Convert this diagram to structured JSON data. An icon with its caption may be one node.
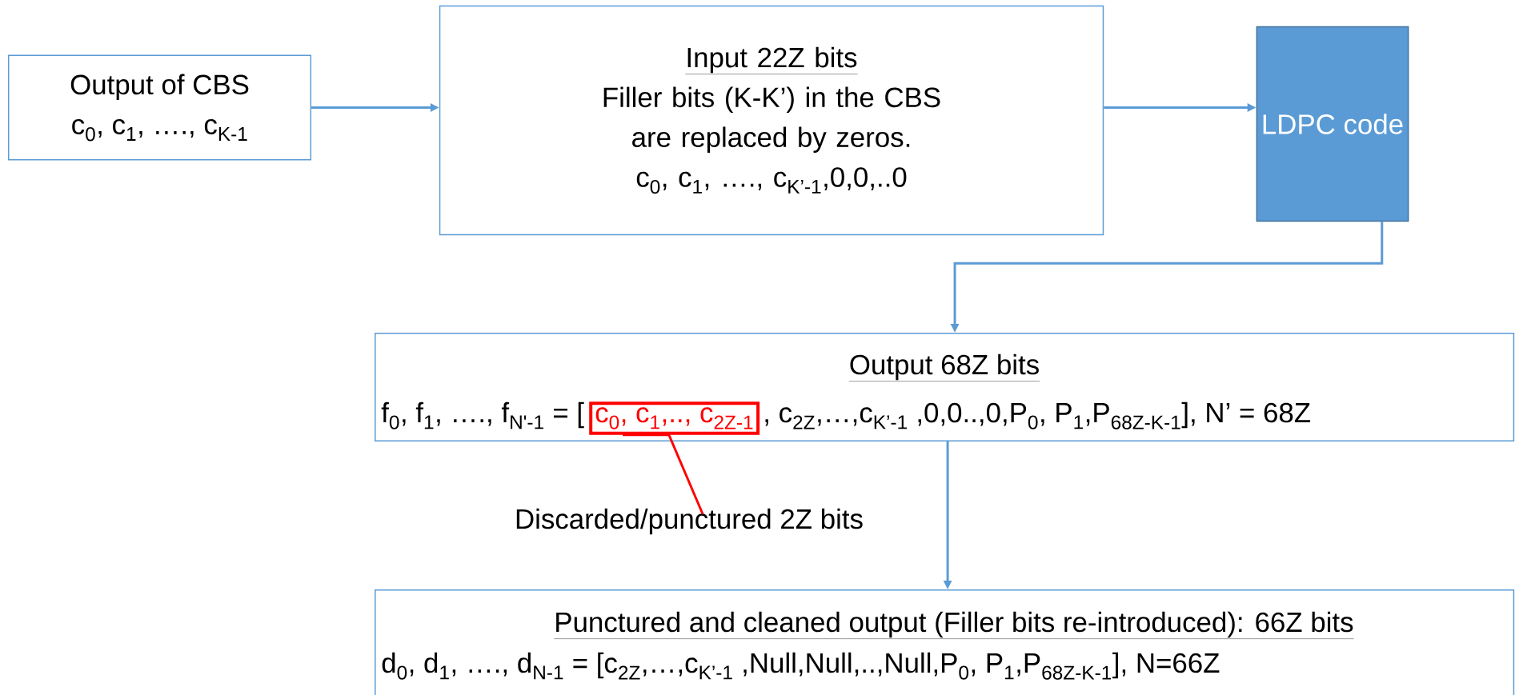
{
  "diagram": {
    "nodes": [
      {
        "text": [
          "Output of CBS",
          "c$_{0}$, c$_{1}$, …., c$_{K-1}$"
        ]
      },
      {
        "text": [
          "Input 22Z bits",
          "Filler bits (K-K’) in the CBS are replaced by zeros.",
          "c$_{0}$, c$_{1}$, …., c$_{K’-1}$,0,0,..0"
        ]
      },
      {
        "text": [
          "LDPC code"
        ]
      },
      {
        "text": [
          "Output 68Z bits",
          "f$_{0}$, f$_{1}$, …., f$_{N'-1}$ = [",
          ", c$_{2Z}$,…,c$_{K’-1}$ ,0,0..,0,P$_{0}$, P$_{1}$,P$_{68Z-K-1}$], N’ = 68Z"
        ]
      },
      {
        "text": [
          "c$_{0}$, c$_{1}$,.., c$_{2Z-1}$"
        ],
        "in": 3
      },
      {
        "text": [
          "Discarded/punctured 2Z bits"
        ]
      },
      {
        "text": [
          "Punctured and cleaned output (Filler bits re-introduced): 66Z bits",
          "d$_{0}$, d$_{1}$, …., d$_{N-1}$ = [c$_{2Z}$,…,c$_{K’-1}$ ,Null,Null,..,Null,P$_{0}$, P$_{1}$,P$_{68Z-K-1}$], N=66Z"
        ]
      }
    ],
    "edges": [
      {
        "from": 0,
        "to": 1,
        "arrow": "to"
      },
      {
        "from": 1,
        "to": 2,
        "arrow": "to"
      },
      {
        "from": 2,
        "to": 3,
        "arrow": "to"
      },
      {
        "from": 3,
        "to": 6,
        "arrow": "to"
      },
      {
        "from": 4,
        "to": 5,
        "arrow": "none",
        "color": "#ff0000"
      }
    ]
  }
}
